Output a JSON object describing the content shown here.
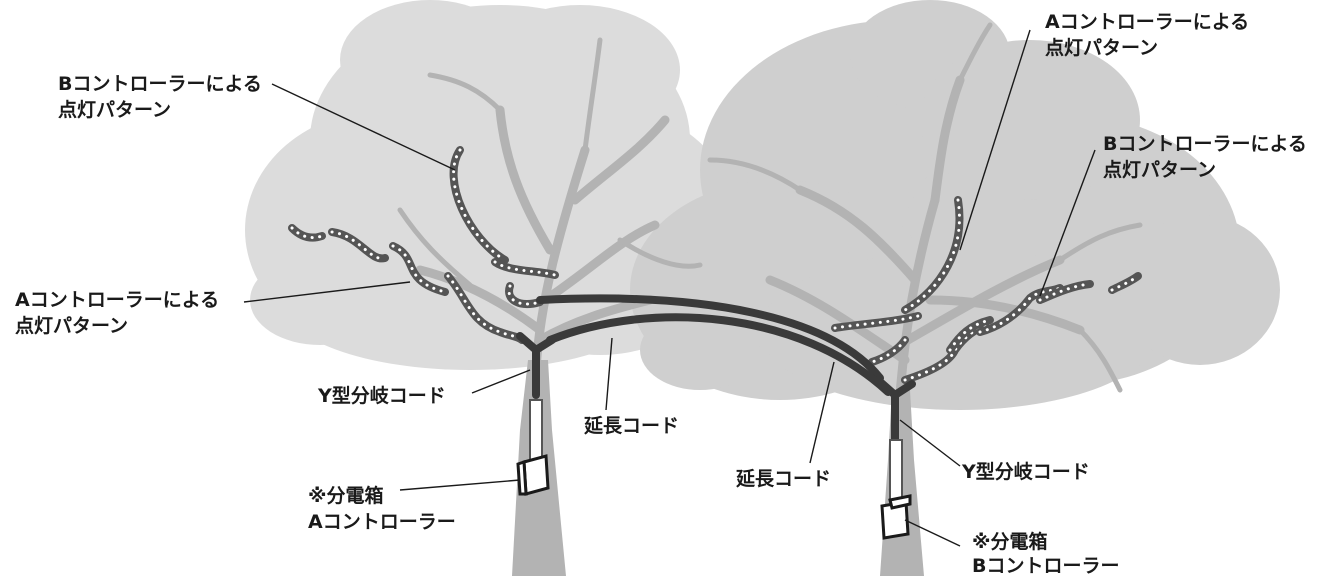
{
  "labels": {
    "b_pattern_left": [
      "Bコントローラーによる",
      "点灯パターン"
    ],
    "a_pattern_left": [
      "Aコントローラーによる",
      "点灯パターン"
    ],
    "a_pattern_right": [
      "Aコントローラーによる",
      "点灯パターン"
    ],
    "b_pattern_right": [
      "Bコントローラーによる",
      "点灯パターン"
    ],
    "y_cord_left": "Y型分岐コード",
    "y_cord_right": "Y型分岐コード",
    "ext_cord_left": "延長コード",
    "ext_cord_right": "延長コード",
    "box_a": [
      "※分電箱",
      "Aコントローラー"
    ],
    "box_b": [
      "※分電箱",
      "Bコントローラー"
    ]
  },
  "colors": {
    "canopy_left": "#dcdcdc",
    "canopy_right": "#cfcfcf",
    "trunk": "#b3b3b3",
    "cord": "#3a3a3a",
    "text": "#1a1a1a"
  }
}
